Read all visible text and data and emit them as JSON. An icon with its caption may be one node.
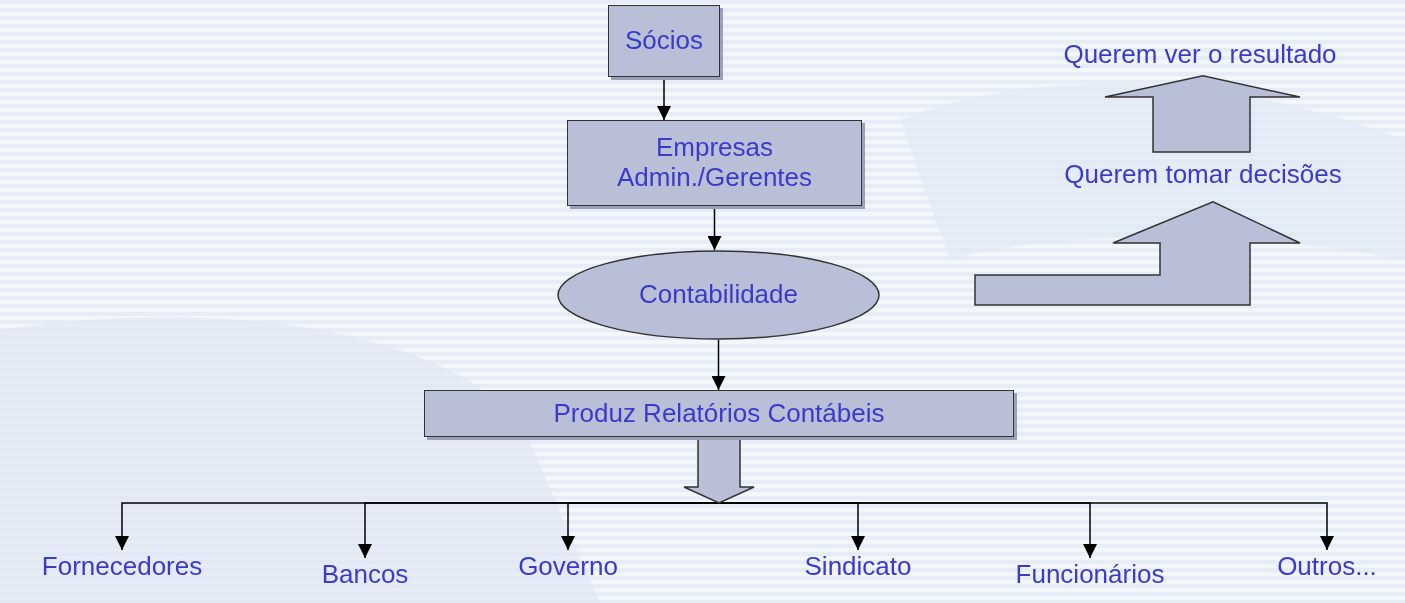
{
  "diagram": {
    "nodes": [
      {
        "text": [
          "Sócios"
        ]
      },
      {
        "text": [
          "Empresas Admin./Gerentes"
        ]
      },
      {
        "text": [
          "Contabilidade"
        ]
      },
      {
        "text": [
          "Produz Relatórios Contábeis"
        ]
      },
      {
        "text": [
          "Fornecedores"
        ]
      },
      {
        "text": [
          "Bancos"
        ]
      },
      {
        "text": [
          "Governo"
        ]
      },
      {
        "text": [
          "Sindicato"
        ]
      },
      {
        "text": [
          "Funcionários"
        ]
      },
      {
        "text": [
          "Outros..."
        ]
      },
      {
        "text": [
          "Querem ver o resultado"
        ]
      },
      {
        "text": [
          "Querem tomar decisões"
        ]
      }
    ],
    "edges": [
      {
        "from": 0,
        "to": 1,
        "arrow": "to"
      },
      {
        "from": 1,
        "to": 2,
        "arrow": "to"
      },
      {
        "from": 2,
        "to": 3,
        "arrow": "to"
      },
      {
        "from": 3,
        "to": 4,
        "arrow": "to"
      },
      {
        "from": 3,
        "to": 5,
        "arrow": "to"
      },
      {
        "from": 3,
        "to": 6,
        "arrow": "to"
      },
      {
        "from": 3,
        "to": 7,
        "arrow": "to"
      },
      {
        "from": 3,
        "to": 8,
        "arrow": "to"
      },
      {
        "from": 3,
        "to": 9,
        "arrow": "to"
      },
      {
        "from": null,
        "to": 11,
        "arrow": "to"
      },
      {
        "from": 11,
        "to": 10,
        "arrow": "to"
      }
    ]
  }
}
